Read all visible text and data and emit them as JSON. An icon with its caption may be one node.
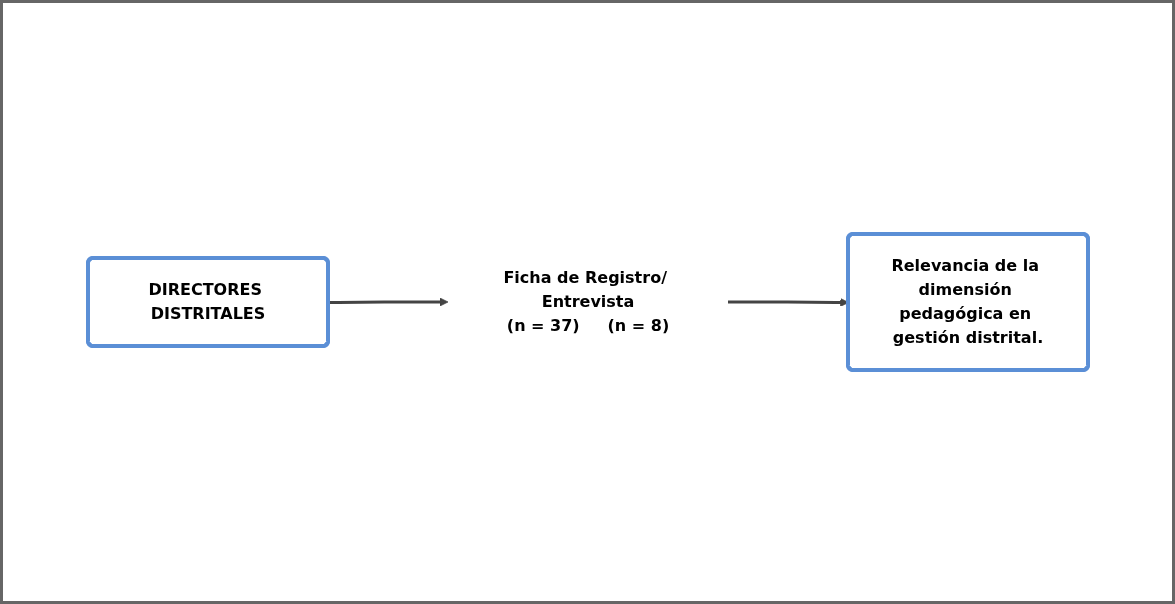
{
  "diagram": {
    "nodes": [
      {
        "text": [
          "DIRECTORES DISTRITALES"
        ]
      },
      {
        "text": [
          "Ficha de Registro/ Entrevista",
          "(n = 37)",
          "(n = 8)"
        ]
      },
      {
        "text": [
          "Relevancia de la dimensión pedagógica en gestión distrital."
        ]
      }
    ],
    "edges": [
      {
        "from": 0,
        "to": 1,
        "arrow": "to"
      },
      {
        "from": 1,
        "to": 2,
        "arrow": "to"
      }
    ]
  }
}
